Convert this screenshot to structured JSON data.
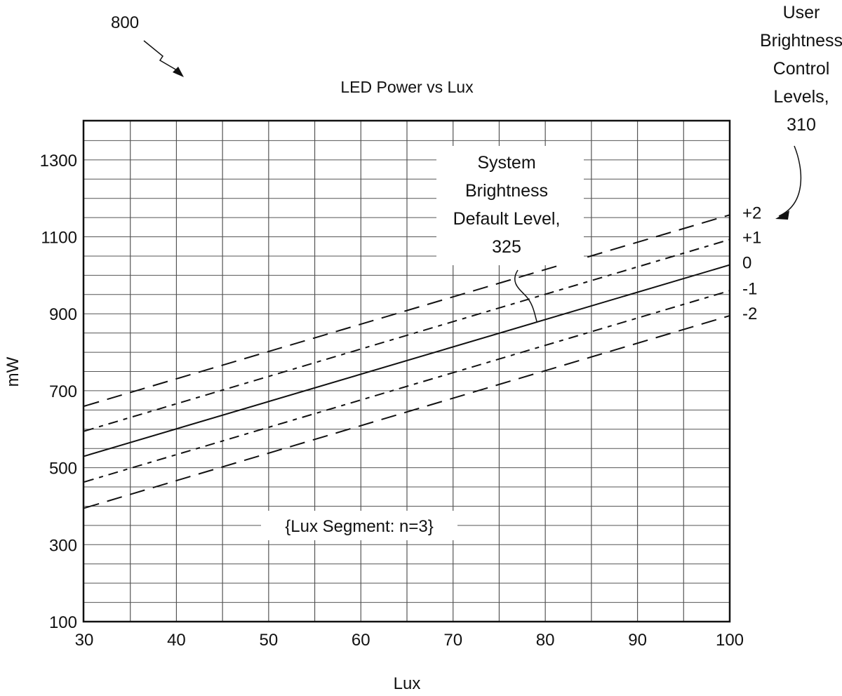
{
  "figure_ref": "800",
  "chart_data": {
    "type": "line",
    "title": "LED Power vs Lux",
    "xlabel": "Lux",
    "ylabel": "mW",
    "xlim": [
      30,
      100
    ],
    "ylim": [
      100,
      1400
    ],
    "grid": true,
    "x_ticks": [
      30,
      40,
      50,
      60,
      70,
      80,
      90,
      100
    ],
    "y_ticks": [
      100,
      300,
      500,
      700,
      900,
      1100,
      1300
    ],
    "x_grid_step": 5,
    "y_grid_step": 50,
    "series": [
      {
        "name": "+2",
        "style": "long-dash",
        "x": [
          30,
          100
        ],
        "values": [
          660,
          1157
        ]
      },
      {
        "name": "+1",
        "style": "dash-dot",
        "x": [
          30,
          100
        ],
        "values": [
          595,
          1093
        ]
      },
      {
        "name": "0",
        "style": "solid",
        "x": [
          30,
          100
        ],
        "values": [
          530,
          1027
        ]
      },
      {
        "name": "-1",
        "style": "dash-dot",
        "x": [
          30,
          100
        ],
        "values": [
          463,
          960
        ]
      },
      {
        "name": "-2",
        "style": "long-dash",
        "x": [
          30,
          100
        ],
        "values": [
          395,
          895
        ]
      }
    ],
    "annotations": {
      "default_level": [
        "System",
        "Brightness",
        "Default Level,",
        "325"
      ],
      "segment": "{Lux Segment: n=3}",
      "user_levels": [
        "User",
        "Brightness",
        "Control",
        "Levels,",
        "310"
      ]
    }
  },
  "colors": {
    "ink": "#111111",
    "grid": "#555555",
    "background": "#ffffff"
  }
}
